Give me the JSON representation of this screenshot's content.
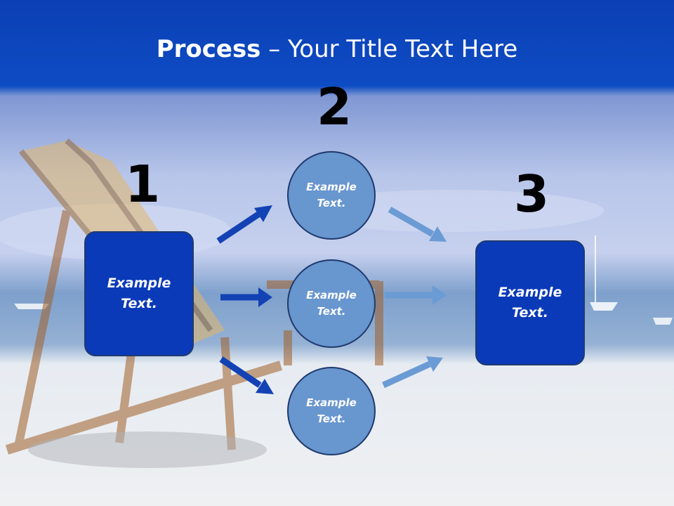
{
  "title": {
    "bold": "Process",
    "rest": " – Your Title Text Here"
  },
  "steps": [
    {
      "number": "1",
      "text": "Example Text."
    },
    {
      "number": "2",
      "text": "Example Text."
    },
    {
      "number": "3",
      "text": "Example Text."
    }
  ],
  "circles": [
    {
      "text": "Example Text."
    },
    {
      "text": "Example Text."
    },
    {
      "text": "Example Text."
    }
  ],
  "colors": {
    "box_fill": "#0a3ab8",
    "circle_fill": "#6896cf",
    "arrow_dark": "#1242b4",
    "arrow_light": "#6b9bd4",
    "banner": "#0b3fb5"
  }
}
